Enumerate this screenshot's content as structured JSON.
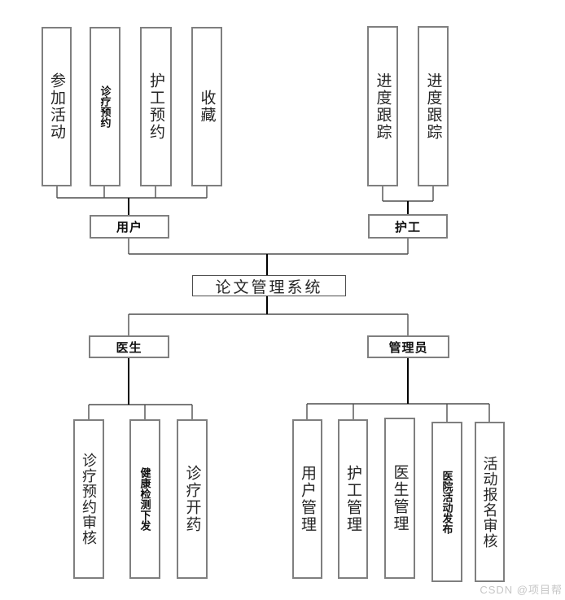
{
  "diagram": {
    "root_label": "论文管理系统",
    "watermark": "CSDN @项目帮",
    "colors": {
      "box_border": "#7f7f7f",
      "bracket_line": "#4f4f4f",
      "trunk_line": "#000000",
      "text": "#262626",
      "watermark": "#c6c6c6",
      "background": "#ffffff"
    },
    "branches": {
      "user": {
        "label": "用户",
        "features": [
          "参加活动",
          "诊疗预约",
          "护工预约",
          "收藏"
        ]
      },
      "caregiver": {
        "label": "护工",
        "features": [
          "进度跟踪",
          "进度跟踪"
        ]
      },
      "doctor": {
        "label": "医生",
        "features": [
          "诊疗预约审核",
          "健康检测下发",
          "诊疗开药"
        ]
      },
      "admin": {
        "label": "管理员",
        "features": [
          "用户管理",
          "护工管理",
          "医生管理",
          "医院活动发布",
          "活动报名审核"
        ]
      }
    }
  }
}
